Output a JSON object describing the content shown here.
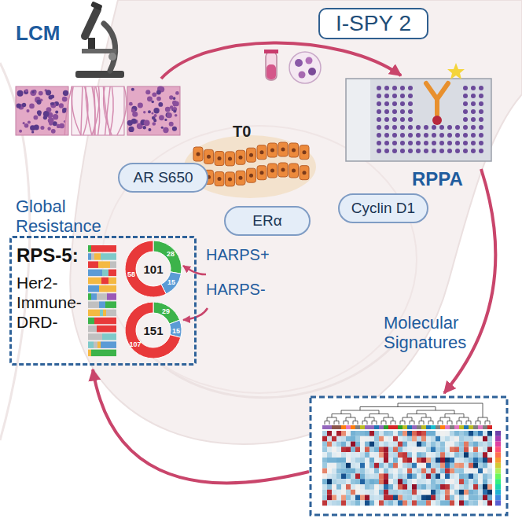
{
  "diagram": {
    "nodes": [
      {
        "text": [
          "I-SPY 2"
        ]
      },
      {
        "text": [
          "AR S650"
        ]
      },
      {
        "text": [
          "Cyclin D1"
        ]
      },
      {
        "text": [
          "ERα"
        ]
      },
      {
        "text": [
          "RPS-5:",
          "Her2- Immune- DRD-"
        ]
      },
      {
        "text": [
          "101"
        ],
        "in": 4
      },
      {
        "text": [
          "151"
        ],
        "in": 4
      }
    ],
    "labels": [
      "LCM",
      "T0",
      "RPPA",
      "Global Resistance",
      "HARPS+",
      "HARPS-",
      "Molecular Signatures",
      "28",
      "15",
      "58",
      "29",
      "15",
      "107"
    ]
  }
}
